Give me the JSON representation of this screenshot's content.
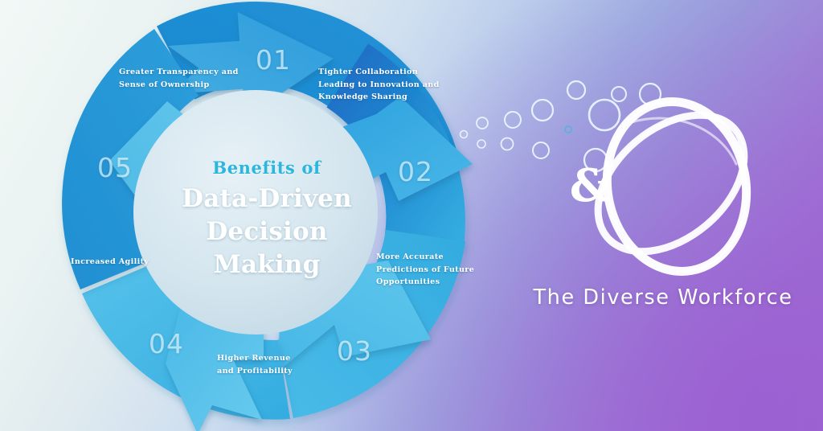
{
  "infographic": {
    "center": {
      "kicker": "Benefits of",
      "title": "Data-Driven\nDecision Making"
    },
    "steps": [
      {
        "number": "01",
        "label": "Greater Transparency and\nSense of Ownership",
        "band_color": "#1a87cf",
        "head_color": "#3fa9e0"
      },
      {
        "number": "02",
        "label": "Tighter Collaboration\nLeading to Innovation and\nKnowledge Sharing",
        "band_color": "#2272c6",
        "head_color": "#2fa3e3"
      },
      {
        "number": "03",
        "label": "More Accurate\nPredictions of Future\nOpportunities",
        "band_color": "#34abdf",
        "head_color": "#5cc4ea"
      },
      {
        "number": "04",
        "label": "Higher Revenue\nand Profitability",
        "band_color": "#36aee1",
        "head_color": "#66c9ec"
      },
      {
        "number": "05",
        "label": "Increased Agility",
        "band_color": "#2394d4",
        "head_color": "#4cb9e6"
      }
    ]
  },
  "brand": {
    "name": "The Diverse Workforce",
    "ampersand": "&"
  },
  "colors": {
    "background_start": "#f2f8f6",
    "background_end": "#9d6ccd",
    "accent_cyan": "#2ab6de",
    "center_disc": "#dbe9f0",
    "text_white": "#ffffff"
  }
}
